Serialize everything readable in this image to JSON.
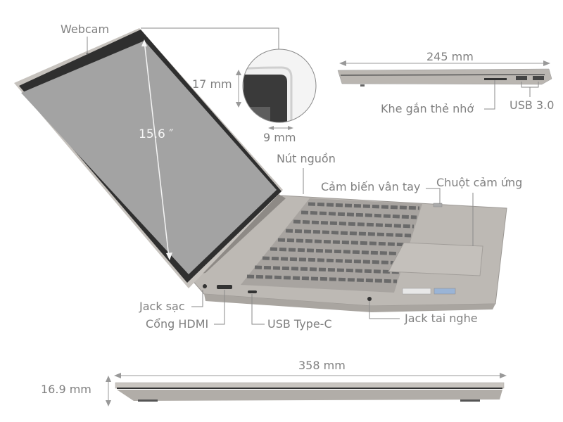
{
  "diagram": {
    "subject": "Laptop dimensions and ports",
    "labels": {
      "webcam": "Webcam",
      "screen_size": "15.6 ″",
      "bezel_top": "17 mm",
      "bezel_side": "9 mm",
      "depth": "245 mm",
      "card_slot": "Khe gắn thẻ nhớ",
      "usb3": "USB 3.0",
      "power_button": "Nút nguồn",
      "fingerprint": "Cảm biến vân tay",
      "touchpad": "Chuột cảm ứng",
      "charging_jack": "Jack sạc",
      "hdmi": "Cổng HDMI",
      "usb_c": "USB Type-C",
      "headphone_jack": "Jack tai nghe",
      "width": "358 mm",
      "thickness": "16.9 mm"
    },
    "colors": {
      "label": "#808080",
      "line": "#8a8a8a",
      "body": "#b9b5b0",
      "screen": "#9e9e9e",
      "bezel": "#3a3a3a",
      "keys": "#5a5a5a"
    }
  }
}
